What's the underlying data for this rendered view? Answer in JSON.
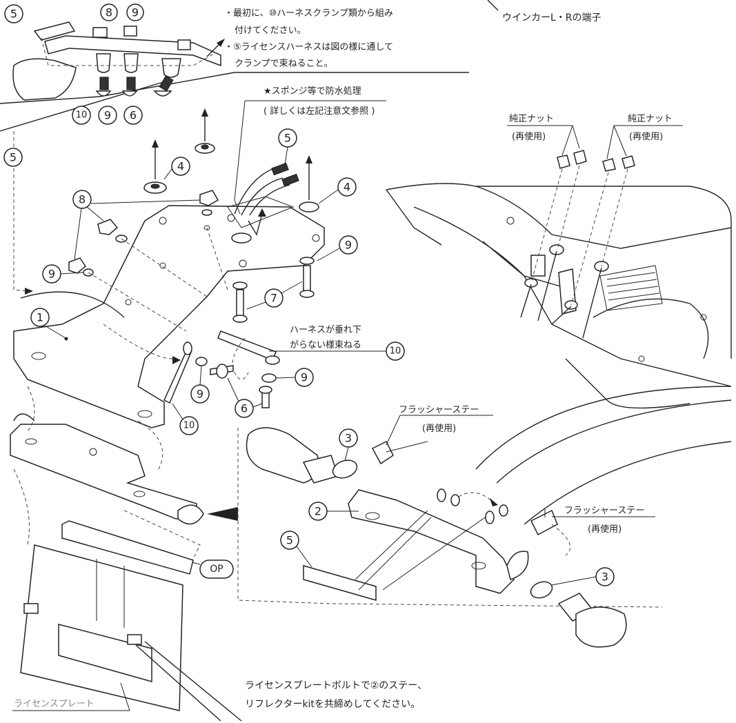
{
  "notes": {
    "top_line1": "・最初に、⑩ハーネスクランプ類から組み",
    "top_line2": "付けてください。",
    "top_line3": "・⑤ライセンスハーネスは図の様に通して",
    "top_line4": "クランプで束ねること。",
    "winker_terminal": "ウインカーL・Rの端子",
    "sponge_line1": "★スポンジ等で防水処理",
    "sponge_line2": "( 詳しくは左記注意文参照 )",
    "nut_left": "純正ナット",
    "nut_left_sub": "(再使用)",
    "nut_right": "純正ナット",
    "nut_right_sub": "(再使用)",
    "harness_line1": "ハーネスが垂れ下",
    "harness_line2": "がらない様束ねる",
    "flasher_top": "フラッシャーステー",
    "flasher_top_sub": "(再使用)",
    "flasher_right": "フラッシャーステー",
    "flasher_right_sub": "(再使用)",
    "plate_bolt_line1": "ライセンスプレートボルトで②のステー、",
    "plate_bolt_line2": "リフレクターkitを共締めしてください。",
    "license_plate": "ライセンスプレート"
  },
  "callouts": {
    "c5_top": "5",
    "c8_top": "8",
    "c9_top": "9",
    "c10_top": "10",
    "c9_top2": "9",
    "c6_top": "6",
    "c5_left": "5",
    "c4_a": "4",
    "c4_b": "4",
    "c5_mid": "5",
    "c8_a": "8",
    "c9_a": "9",
    "c9_b": "9",
    "c7": "7",
    "c1": "1",
    "c10_b": "10",
    "c9_c": "9",
    "c6_b": "6",
    "c9_d": "9",
    "c10_c": "10",
    "c3_a": "3",
    "c2": "2",
    "c5_b": "5",
    "c3_b": "3",
    "op": "OP"
  }
}
